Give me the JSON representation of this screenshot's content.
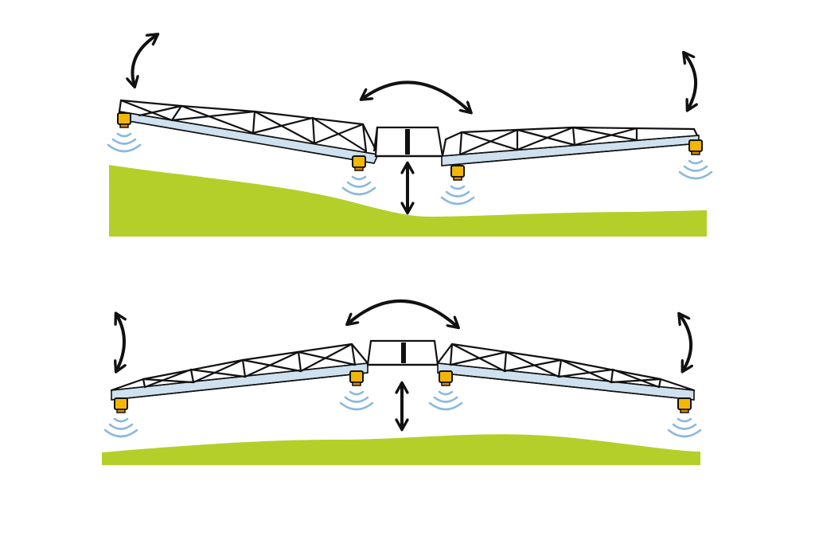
{
  "colors": {
    "ground": "#b5cf2a",
    "boom_underside": "#cfe0ee",
    "nozzle": "#f2b705",
    "nozzle_cap": "#d98d00",
    "sensor_wave": "#8ab8df",
    "outline": "#111111",
    "frame_fill": "#ffffff"
  },
  "scenes": [
    {
      "name": "uneven-terrain",
      "boom_shape": "v-folded",
      "sensors": 4,
      "arrows": [
        "left-tip-up-down",
        "center-roll",
        "right-tip-up-down",
        "center-height"
      ]
    },
    {
      "name": "flat-terrain",
      "boom_shape": "arched",
      "sensors": 4,
      "arrows": [
        "left-tip-up-down",
        "center-roll",
        "right-tip-up-down",
        "center-height"
      ]
    }
  ]
}
